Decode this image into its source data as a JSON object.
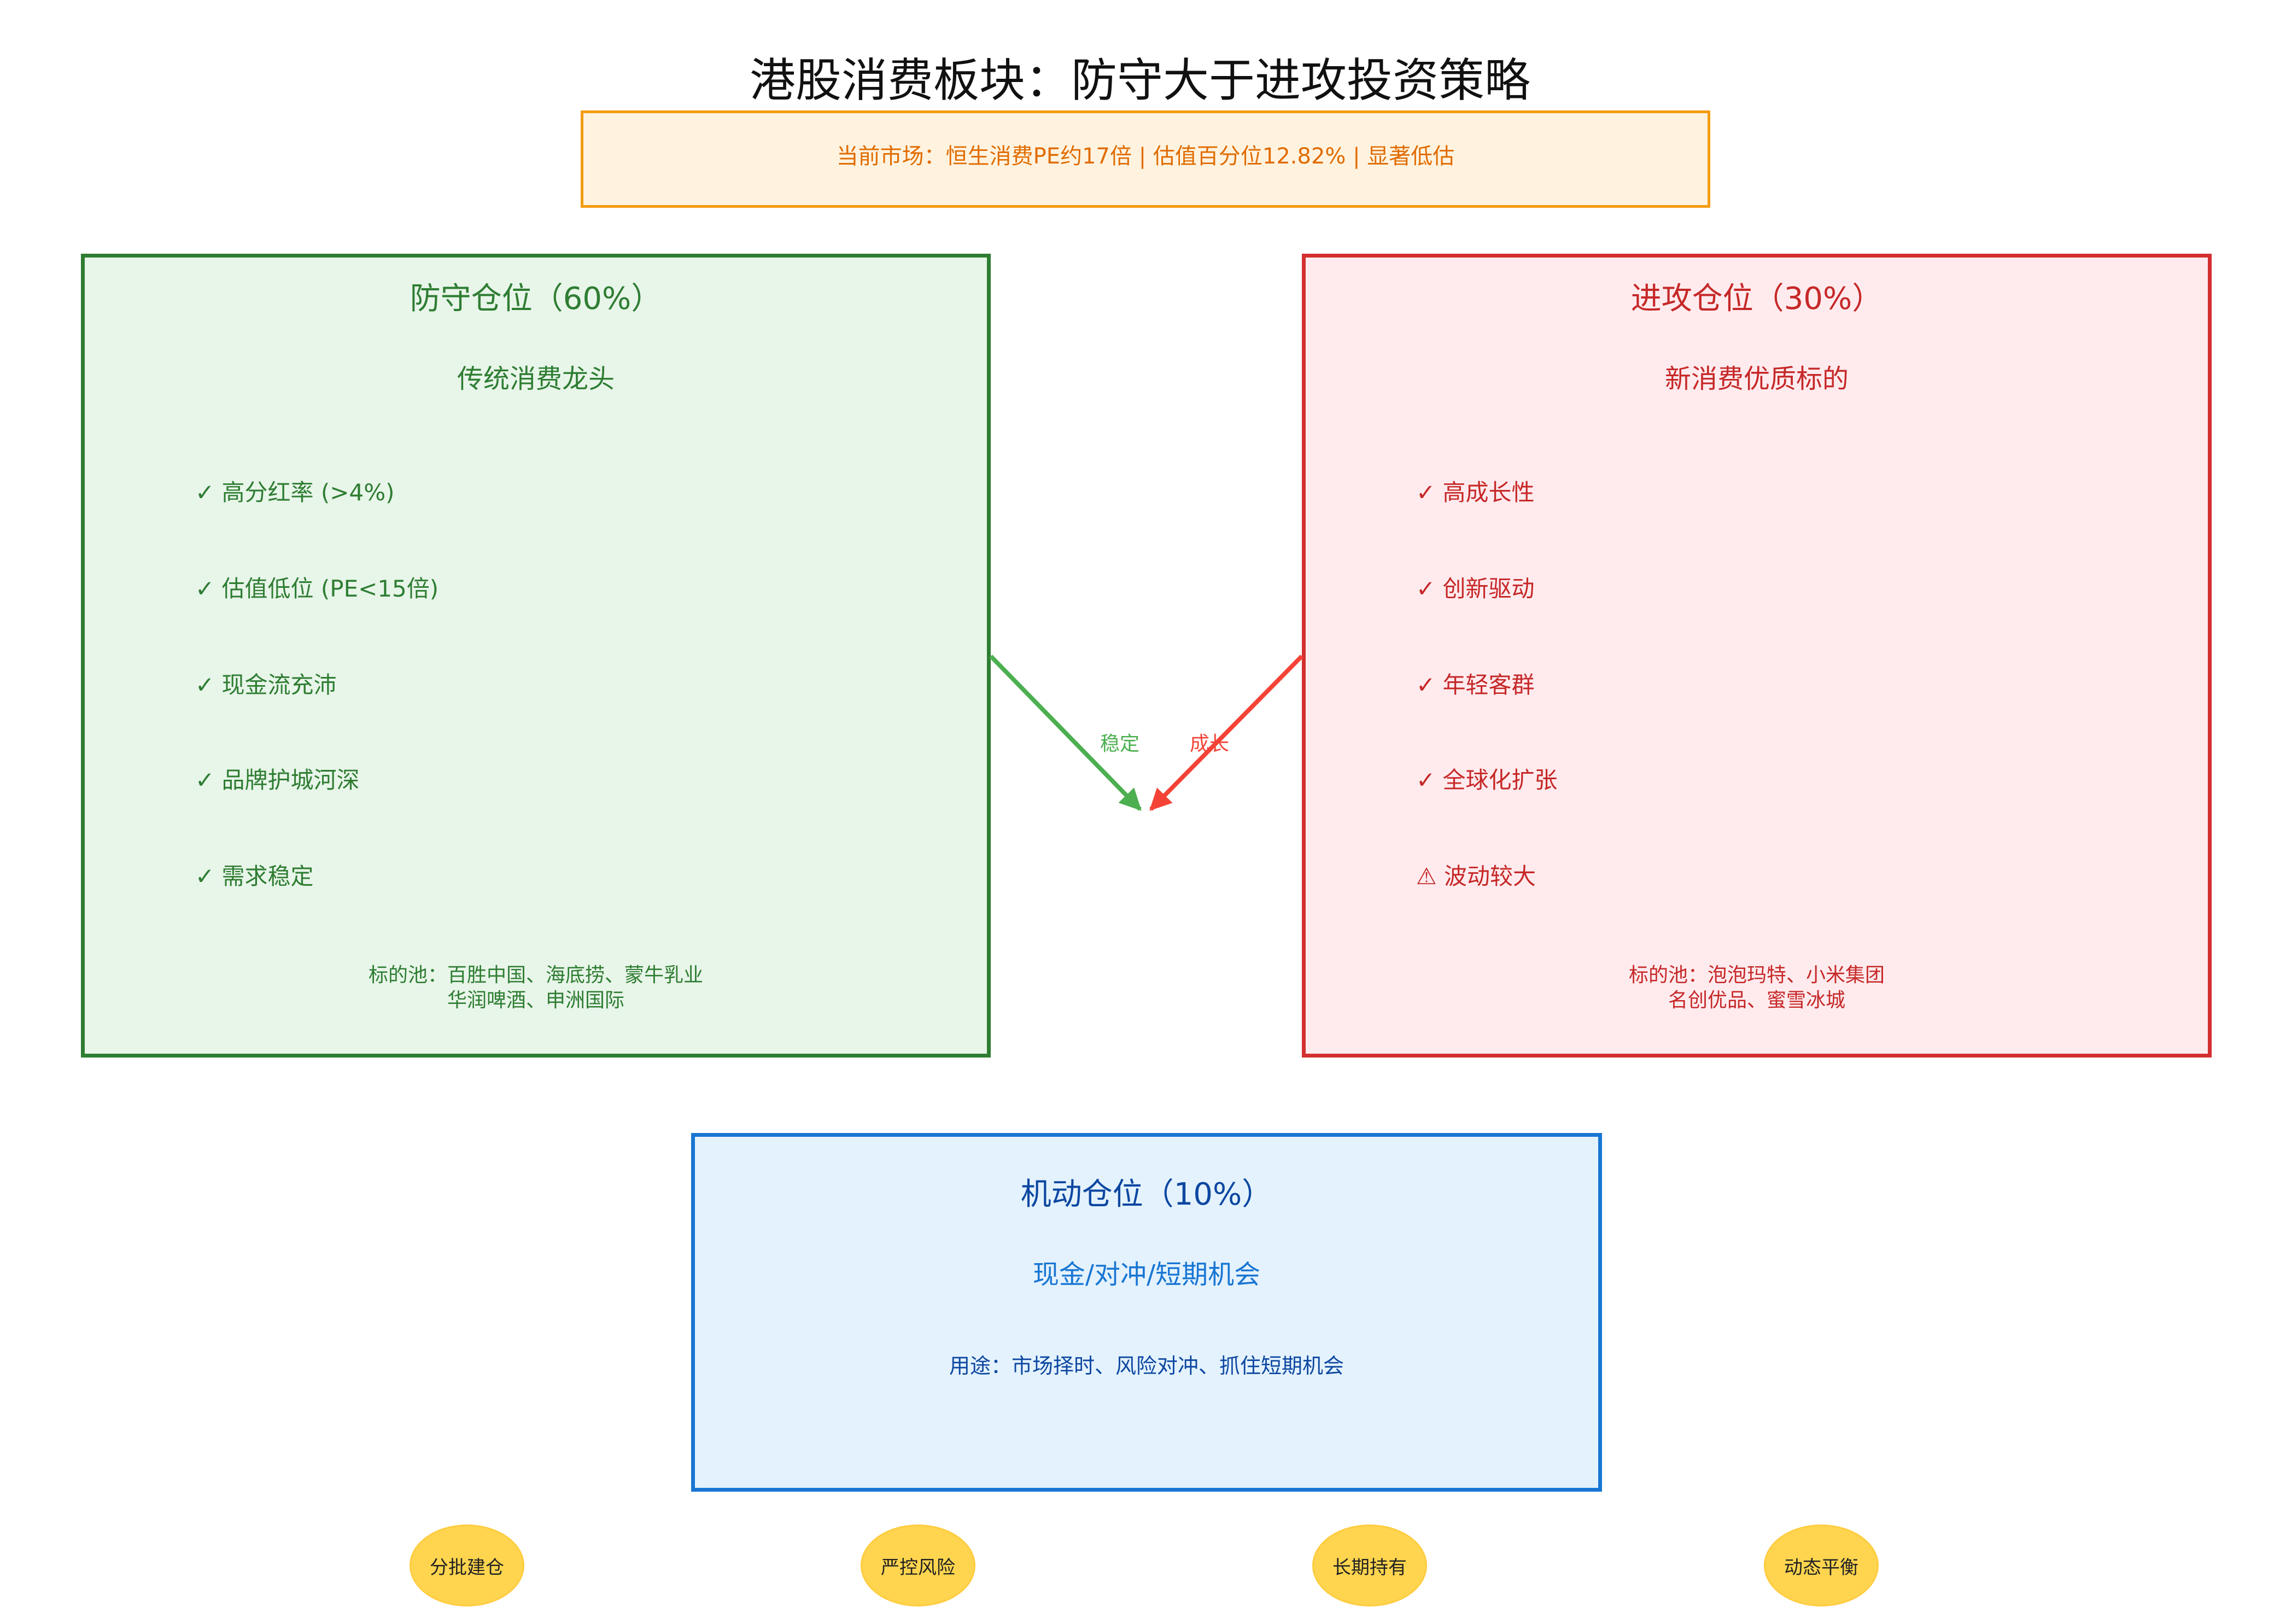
{
  "title": "港股消费板块：防守大于进攻投资策略",
  "market_banner": "当前市场：恒生消费PE约17倍 | 估值百分位12.82% | 显著低估",
  "defense": {
    "heading": "防守仓位（60%）",
    "subtitle": "传统消费龙头",
    "items": [
      "✓ 高分红率 (>4%)",
      "✓ 估值低位 (PE<15倍)",
      "✓ 现金流充沛",
      "✓ 品牌护城河深",
      "✓ 需求稳定"
    ],
    "pool_line1": "标的池：百胜中国、海底捞、蒙牛乳业",
    "pool_line2": "华润啤酒、申洲国际"
  },
  "attack": {
    "heading": "进攻仓位（30%）",
    "subtitle": "新消费优质标的",
    "items": [
      "✓ 高成长性",
      "✓ 创新驱动",
      "✓ 年轻客群",
      "✓ 全球化扩张",
      "⚠ 波动较大"
    ],
    "pool_line1": "标的池：泡泡玛特、小米集团",
    "pool_line2": "名创优品、蜜雪冰城"
  },
  "mobile": {
    "heading": "机动仓位（10%）",
    "subtitle": "现金/对冲/短期机会",
    "usage": "用途：市场择时、风险对冲、抓住短期机会"
  },
  "arrows": {
    "left_label": "稳定",
    "right_label": "成长"
  },
  "principles": [
    "分批建仓",
    "严控风险",
    "长期持有",
    "动态平衡"
  ],
  "colors": {
    "defense": "#2e7d32",
    "attack": "#d32f2f",
    "mobile": "#1976d2",
    "banner": "#f39c12",
    "arrow_left": "#4caf50",
    "arrow_right": "#f44336",
    "chip": "#ffd54f"
  }
}
